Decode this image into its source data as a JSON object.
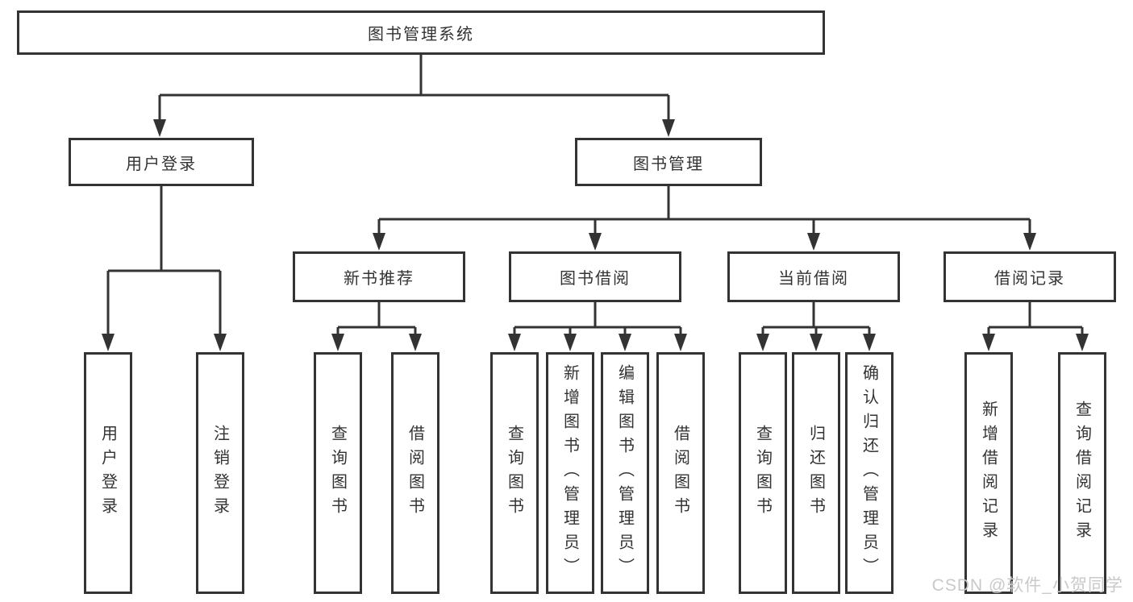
{
  "diagram_title": "图书管理系统",
  "tree": {
    "label": "图书管理系统",
    "children": [
      {
        "label": "用户登录",
        "children": [
          {
            "label": "用户登录"
          },
          {
            "label": "注销登录"
          }
        ]
      },
      {
        "label": "图书管理",
        "children": [
          {
            "label": "新书推荐",
            "children": [
              {
                "label": "查询图书"
              },
              {
                "label": "借阅图书"
              }
            ]
          },
          {
            "label": "图书借阅",
            "children": [
              {
                "label": "查询图书"
              },
              {
                "label": "新增图书（管理员）"
              },
              {
                "label": "编辑图书（管理员）"
              },
              {
                "label": "借阅图书"
              }
            ]
          },
          {
            "label": "当前借阅",
            "children": [
              {
                "label": "查询图书"
              },
              {
                "label": "归还图书"
              },
              {
                "label": "确认归还（管理员）"
              }
            ]
          },
          {
            "label": "借阅记录",
            "children": [
              {
                "label": "新增借阅记录"
              },
              {
                "label": "查询借阅记录"
              }
            ]
          }
        ]
      }
    ]
  },
  "watermark": "CSDN @软件_小贺同学",
  "colors": {
    "line": "#333333",
    "box_border": "#333333",
    "text": "#333333",
    "background": "#ffffff",
    "watermark": "#c9c9c9"
  }
}
